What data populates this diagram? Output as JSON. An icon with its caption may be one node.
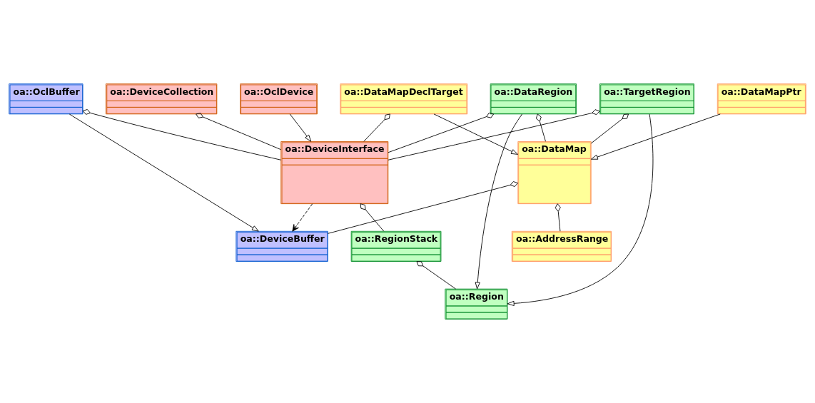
{
  "diagram": {
    "nodes": [
      {
        "text": [
          "oa::OclDevice"
        ]
      },
      {
        "text": [
          "oa::DeviceCollection"
        ]
      },
      {
        "text": [
          "oa::OclBuffer"
        ]
      },
      {
        "text": [
          "oa::RegionStack"
        ]
      },
      {
        "text": [
          "oa::DeviceInterface"
        ]
      },
      {
        "text": [
          "oa::DeviceBuffer"
        ]
      },
      {
        "text": [
          "oa::DataMap"
        ]
      },
      {
        "text": [
          "oa::AddressRange"
        ]
      },
      {
        "text": [
          "oa::TargetRegion"
        ]
      },
      {
        "text": [
          "oa::Region"
        ]
      },
      {
        "text": [
          "oa::DataMapPtr"
        ]
      },
      {
        "text": [
          "oa::DataRegion"
        ]
      },
      {
        "text": [
          "oa::DataMapDeclTarget"
        ]
      }
    ],
    "edges": [
      {
        "from": 0,
        "to": 4,
        "arrow": "to"
      },
      {
        "from": 1,
        "to": 4,
        "arrow": "other"
      },
      {
        "from": 2,
        "to": 4,
        "arrow": "other"
      },
      {
        "from": 2,
        "to": 5,
        "arrow": "to"
      },
      {
        "from": 4,
        "to": 3,
        "arrow": "other"
      },
      {
        "from": 4,
        "to": 5,
        "arrow": "to",
        "style": "dashed"
      },
      {
        "from": 3,
        "to": 9,
        "arrow": "other"
      },
      {
        "from": 8,
        "to": 4,
        "arrow": "other"
      },
      {
        "from": 11,
        "to": 4,
        "arrow": "other"
      },
      {
        "from": 12,
        "to": 4,
        "arrow": "other"
      },
      {
        "from": 6,
        "to": 5,
        "arrow": "other"
      },
      {
        "from": 6,
        "to": 7,
        "arrow": "other"
      },
      {
        "from": 8,
        "to": 6,
        "arrow": "other"
      },
      {
        "from": 8,
        "to": 9,
        "arrow": "to"
      },
      {
        "from": 11,
        "to": 9,
        "arrow": "to"
      },
      {
        "from": 11,
        "to": 6,
        "arrow": "other"
      },
      {
        "from": 10,
        "to": 6,
        "arrow": "to"
      },
      {
        "from": 12,
        "to": 6,
        "arrow": "to"
      }
    ]
  }
}
